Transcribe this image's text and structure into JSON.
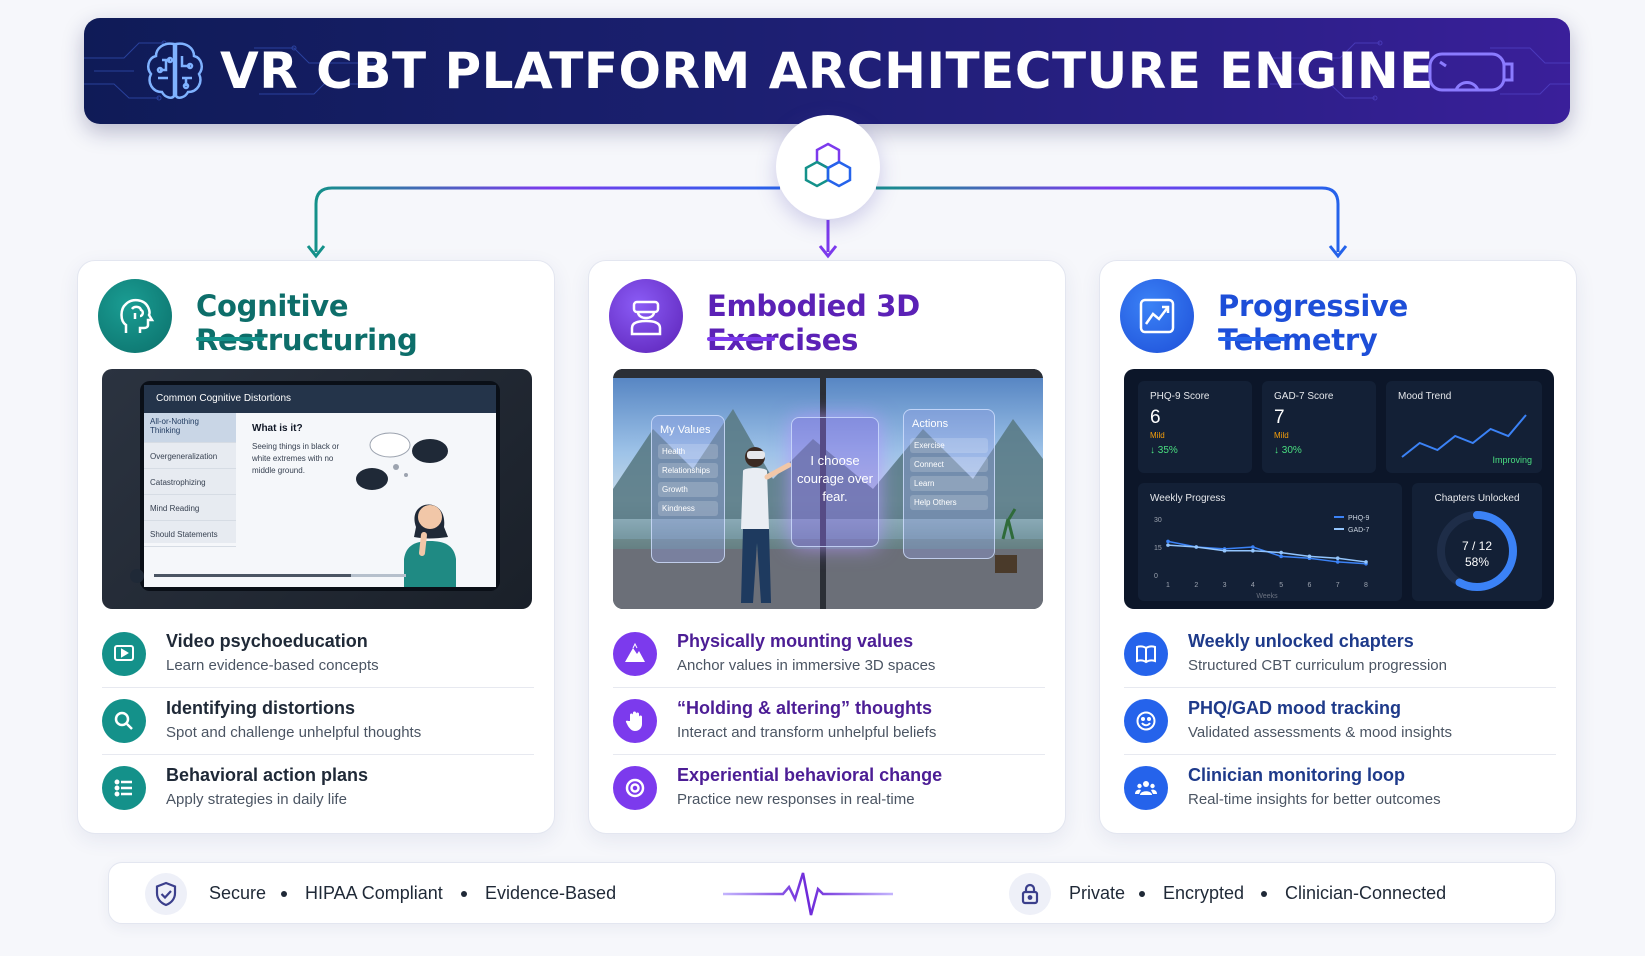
{
  "header": {
    "title": "VR CBT PLATFORM ARCHITECTURE ENGINE",
    "left_icon": "brain-circuit-icon",
    "right_icon": "vr-headset-icon",
    "hub_icon": "cubes-icon"
  },
  "colors": {
    "teal": "#14918a",
    "purple": "#7c3aed",
    "blue": "#2563eb",
    "banner": "#1a1f6e"
  },
  "columns": [
    {
      "title": "Cognitive Restructuring",
      "icon": "head-profile-icon",
      "visual": {
        "screen_title": "Common Cognitive Distortions",
        "distortions": [
          "All-or-Nothing Thinking",
          "Overgeneralization",
          "Catastrophizing",
          "Mind Reading",
          "Should Statements"
        ],
        "what_title": "What is it?",
        "what_desc": "Seeing things in black or white extremes with no middle ground.",
        "video_progress": 0.78
      },
      "features": [
        {
          "title": "Video psychoeducation",
          "subtitle": "Learn evidence-based concepts",
          "icon": "play-screen-icon"
        },
        {
          "title": "Identifying distortions",
          "subtitle": "Spot and challenge unhelpful thoughts",
          "icon": "magnifier-icon"
        },
        {
          "title": "Behavioral action plans",
          "subtitle": "Apply strategies in daily life",
          "icon": "list-icon"
        }
      ]
    },
    {
      "title": "Embodied 3D Exercises",
      "icon": "vr-person-icon",
      "visual": {
        "left_panel_title": "My Values",
        "left_panel_items": [
          "Health",
          "Relationships",
          "Growth",
          "Kindness"
        ],
        "center_panel_text": "I choose courage over fear.",
        "right_panel_title": "Actions",
        "right_panel_items": [
          "Exercise",
          "Connect",
          "Learn",
          "Help Others"
        ]
      },
      "features": [
        {
          "title": "Physically mounting values",
          "subtitle": "Anchor values in immersive 3D spaces",
          "icon": "mountain-icon"
        },
        {
          "title": "“Holding & altering” thoughts",
          "subtitle": "Interact and transform unhelpful beliefs",
          "icon": "hand-icon"
        },
        {
          "title": "Experiential behavioral change",
          "subtitle": "Practice new responses in real-time",
          "icon": "target-icon"
        }
      ]
    },
    {
      "title": "Progressive Telemetry",
      "icon": "chart-trend-icon",
      "visual": {
        "phq_label": "PHQ-9 Score",
        "phq_value": "6",
        "phq_severity": "Mild",
        "phq_change": "↓ 35%",
        "gad_label": "GAD-7 Score",
        "gad_value": "7",
        "gad_severity": "Mild",
        "gad_change": "↓ 30%",
        "mood_label": "Mood Trend",
        "mood_status": "Improving",
        "weekly_label": "Weekly Progress",
        "weekly_xlabel": "Weeks",
        "weekly_ticks_x": [
          "1",
          "2",
          "3",
          "4",
          "5",
          "6",
          "7",
          "8"
        ],
        "weekly_ticks_y": [
          "30",
          "15",
          "0"
        ],
        "legend_phq": "PHQ-9",
        "legend_gad": "GAD-7",
        "chapters_label": "Chapters Unlocked",
        "chapters_value": "7 / 12",
        "chapters_pct": "58%",
        "chapters_fraction": 0.58
      },
      "features": [
        {
          "title": "Weekly unlocked chapters",
          "subtitle": "Structured CBT curriculum progression",
          "icon": "book-icon"
        },
        {
          "title": "PHQ/GAD mood tracking",
          "subtitle": "Validated assessments & mood insights",
          "icon": "smile-icon"
        },
        {
          "title": "Clinician monitoring loop",
          "subtitle": "Real-time insights for better outcomes",
          "icon": "users-icon"
        }
      ]
    }
  ],
  "chart_data": [
    {
      "type": "line",
      "title": "Weekly Progress",
      "xlabel": "Weeks",
      "x": [
        1,
        2,
        3,
        4,
        5,
        6,
        7,
        8
      ],
      "ylim": [
        0,
        30
      ],
      "series": [
        {
          "name": "PHQ-9",
          "values": [
            18,
            15,
            14,
            15,
            10,
            9,
            7,
            6
          ]
        },
        {
          "name": "GAD-7",
          "values": [
            16,
            15,
            13,
            13,
            12,
            10,
            9,
            7
          ]
        }
      ]
    },
    {
      "type": "line",
      "title": "Mood Trend",
      "x": [
        1,
        2,
        3,
        4,
        5,
        6,
        7,
        8
      ],
      "series": [
        {
          "values": [
            2,
            4,
            3,
            5,
            4,
            6,
            5,
            8
          ]
        }
      ]
    }
  ],
  "footer": {
    "left_icon": "shield-check-icon",
    "left_items": [
      "Secure",
      "HIPAA Compliant",
      "Evidence-Based"
    ],
    "center_icon": "heartbeat-icon",
    "right_icon": "lock-icon",
    "right_items": [
      "Private",
      "Encrypted",
      "Clinician-Connected"
    ]
  }
}
